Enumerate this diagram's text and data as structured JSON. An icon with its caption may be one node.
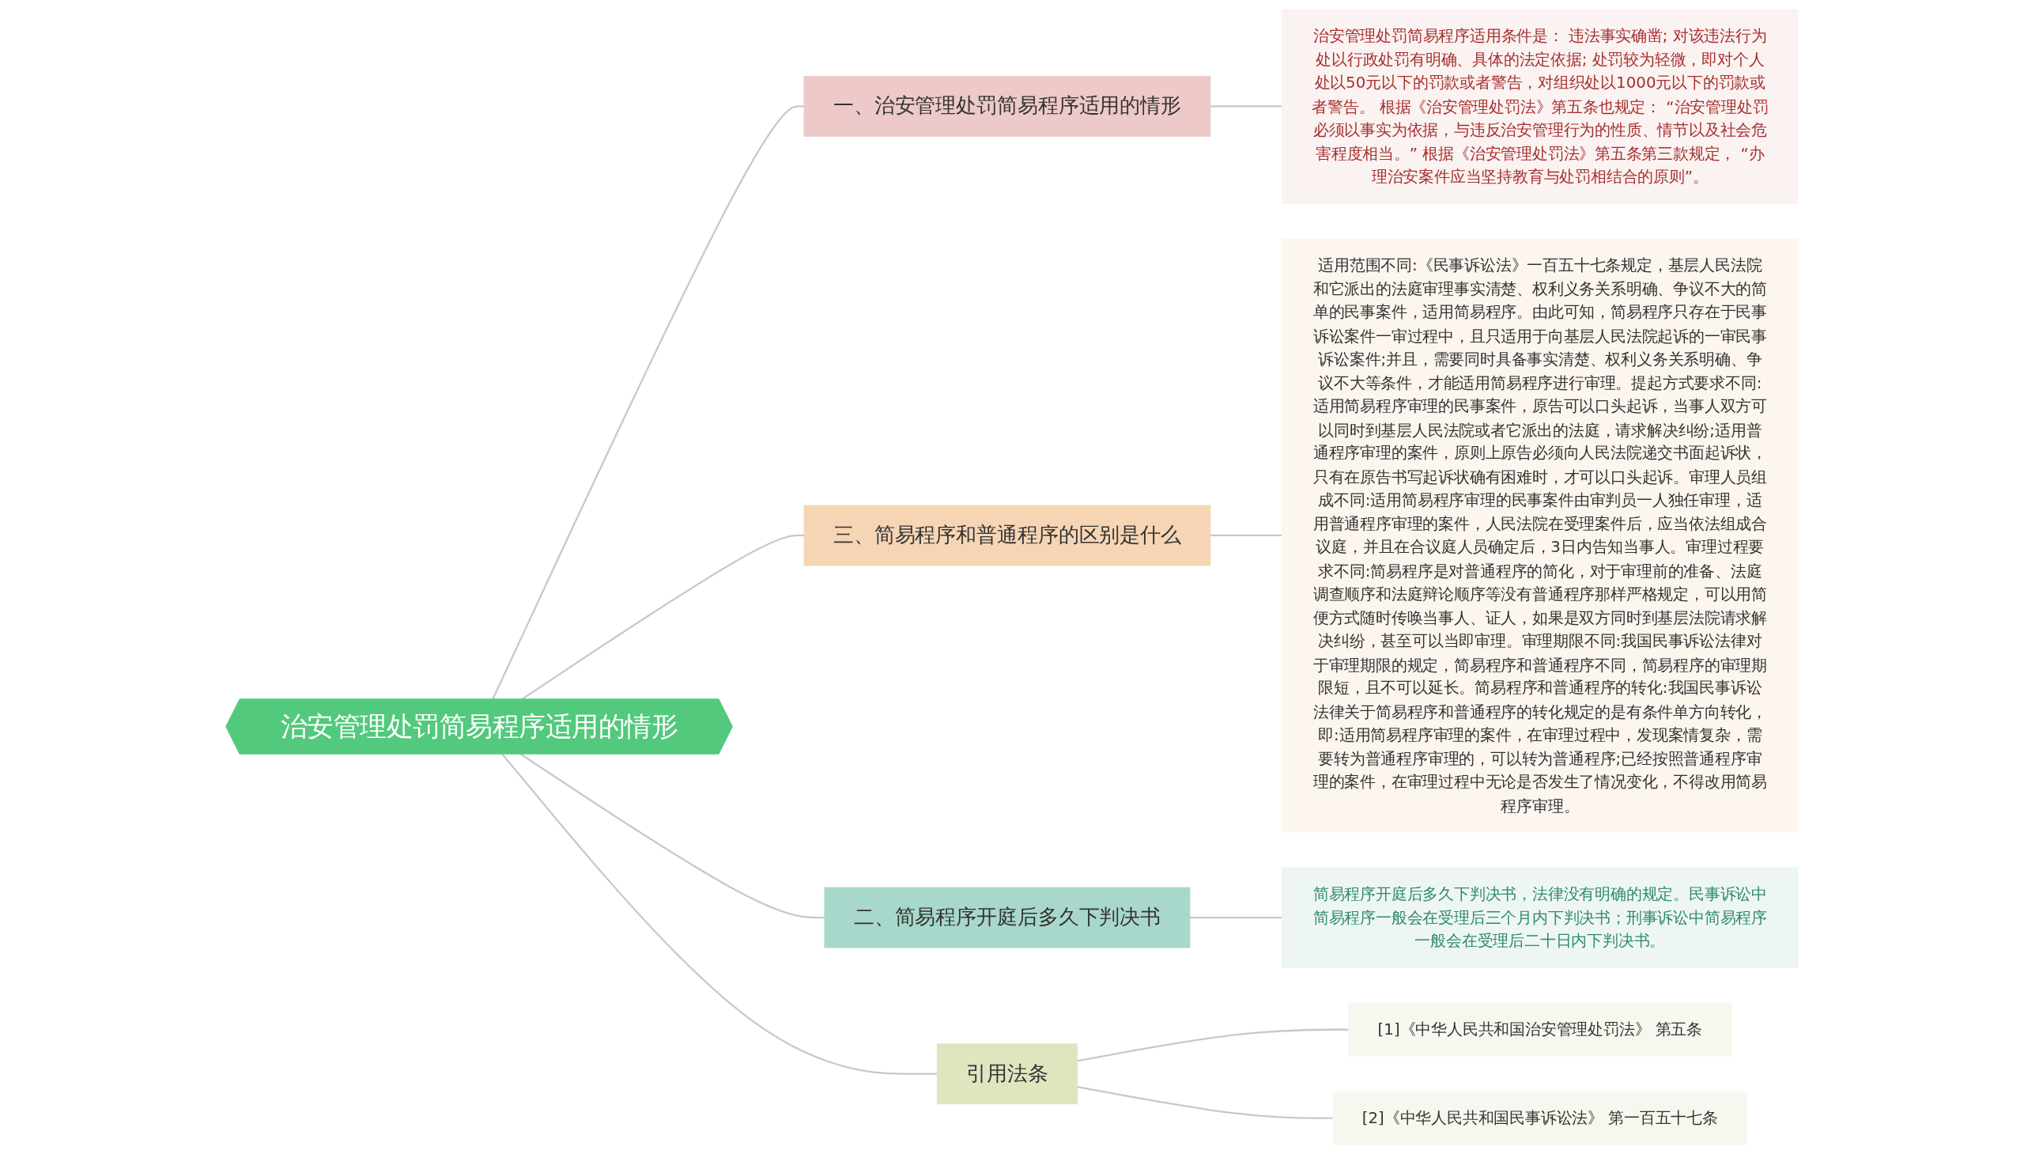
{
  "diagram": {
    "nodes": [
      {
        "text": [
          "治安管理处罚简易程序适用的情形"
        ]
      },
      {
        "text": [
          "一、治安管理处罚简易程序适用的情形"
        ]
      },
      {
        "text": [
          "治安管理处罚简易程序适用条件是： 违法事实确凿; 对该违法行为处以行政处罚有明确、具体的法定依据; 处罚较为轻微，即对个人处以50元以下的罚款或者警告，对组织处以1000元以下的罚款或者警告。 根据《治安管理处罚法》第五条也规定： “治安管理处罚必须以事实为依据，与违反治安管理行为的性质、情节以及社会危害程度相当。” 根据《治安管理处罚法》第五条第三款规定， “办理治安案件应当坚持教育与处罚相结合的原则”。"
        ]
      },
      {
        "text": [
          "三、简易程序和普通程序的区别是什么"
        ]
      },
      {
        "text": [
          "适用范围不同:《民事诉讼法》一百五十七条规定，基层人民法院和它派出的法庭审理事实清楚、权利义务关系明确、争议不大的简单的民事案件，适用简易程序。由此可知，简易程序只存在于民事诉讼案件一审过程中，且只适用于向基层人民法院起诉的一审民事诉讼案件;并且，需要同时具备事实清楚、权利义务关系明确、争议不大等条件，才能适用简易程序进行审理。提起方式要求不同:适用简易程序审理的民事案件，原告可以口头起诉，当事人双方可以同时到基层人民法院或者它派出的法庭，请求解决纠纷;适用普通程序审理的案件，原则上原告必须向人民法院递交书面起诉状，只有在原告书写起诉状确有困难时，才可以口头起诉。审理人员组成不同:适用简易程序审理的民事案件由审判员一人独任审理，适用普通程序审理的案件，人民法院在受理案件后，应当依法组成合议庭，并且在合议庭人员确定后，3日内告知当事人。审理过程要求不同:简易程序是对普通程序的简化，对于审理前的准备、法庭调查顺序和法庭辩论顺序等没有普通程序那样严格规定，可以用简便方式随时传唤当事人、证人，如果是双方同时到基层法院请求解决纠纷，甚至可以当即审理。审理期限不同:我国民事诉讼法律对于审理期限的规定，简易程序和普通程序不同，简易程序的审理期限短，且不可以延长。简易程序和普通程序的转化:我国民事诉讼法律关于简易程序和普通程序的转化规定的是有条件单方向转化，即:适用简易程序审理的案件，在审理过程中，发现案情复杂，需要转为普通程序审理的，可以转为普通程序;已经按照普通程序审理的案件，在审理过程中无论是否发生了情况变化，不得改用简易程序审理。"
        ]
      },
      {
        "text": [
          "二、简易程序开庭后多久下判决书"
        ]
      },
      {
        "text": [
          "简易程序开庭后多久下判决书，法律没有明确的规定。民事诉讼中简易程序一般会在受理后三个月内下判决书；刑事诉讼中简易程序一般会在受理后二十日内下判决书。"
        ]
      },
      {
        "text": [
          "引用法条"
        ]
      },
      {
        "text": [
          "[1]《中华人民共和国治安管理处罚法》 第五条"
        ]
      },
      {
        "text": [
          "[2]《中华人民共和国民事诉讼法》 第一百五十七条"
        ]
      }
    ],
    "edges": [
      {
        "from": 0,
        "to": 1,
        "arrow": "none"
      },
      {
        "from": 1,
        "to": 2,
        "arrow": "none"
      },
      {
        "from": 0,
        "to": 3,
        "arrow": "none"
      },
      {
        "from": 3,
        "to": 4,
        "arrow": "none"
      },
      {
        "from": 0,
        "to": 5,
        "arrow": "none"
      },
      {
        "from": 5,
        "to": 6,
        "arrow": "none"
      },
      {
        "from": 0,
        "to": 7,
        "arrow": "none"
      },
      {
        "from": 7,
        "to": 8,
        "arrow": "none"
      },
      {
        "from": 7,
        "to": 9,
        "arrow": "none"
      }
    ]
  }
}
